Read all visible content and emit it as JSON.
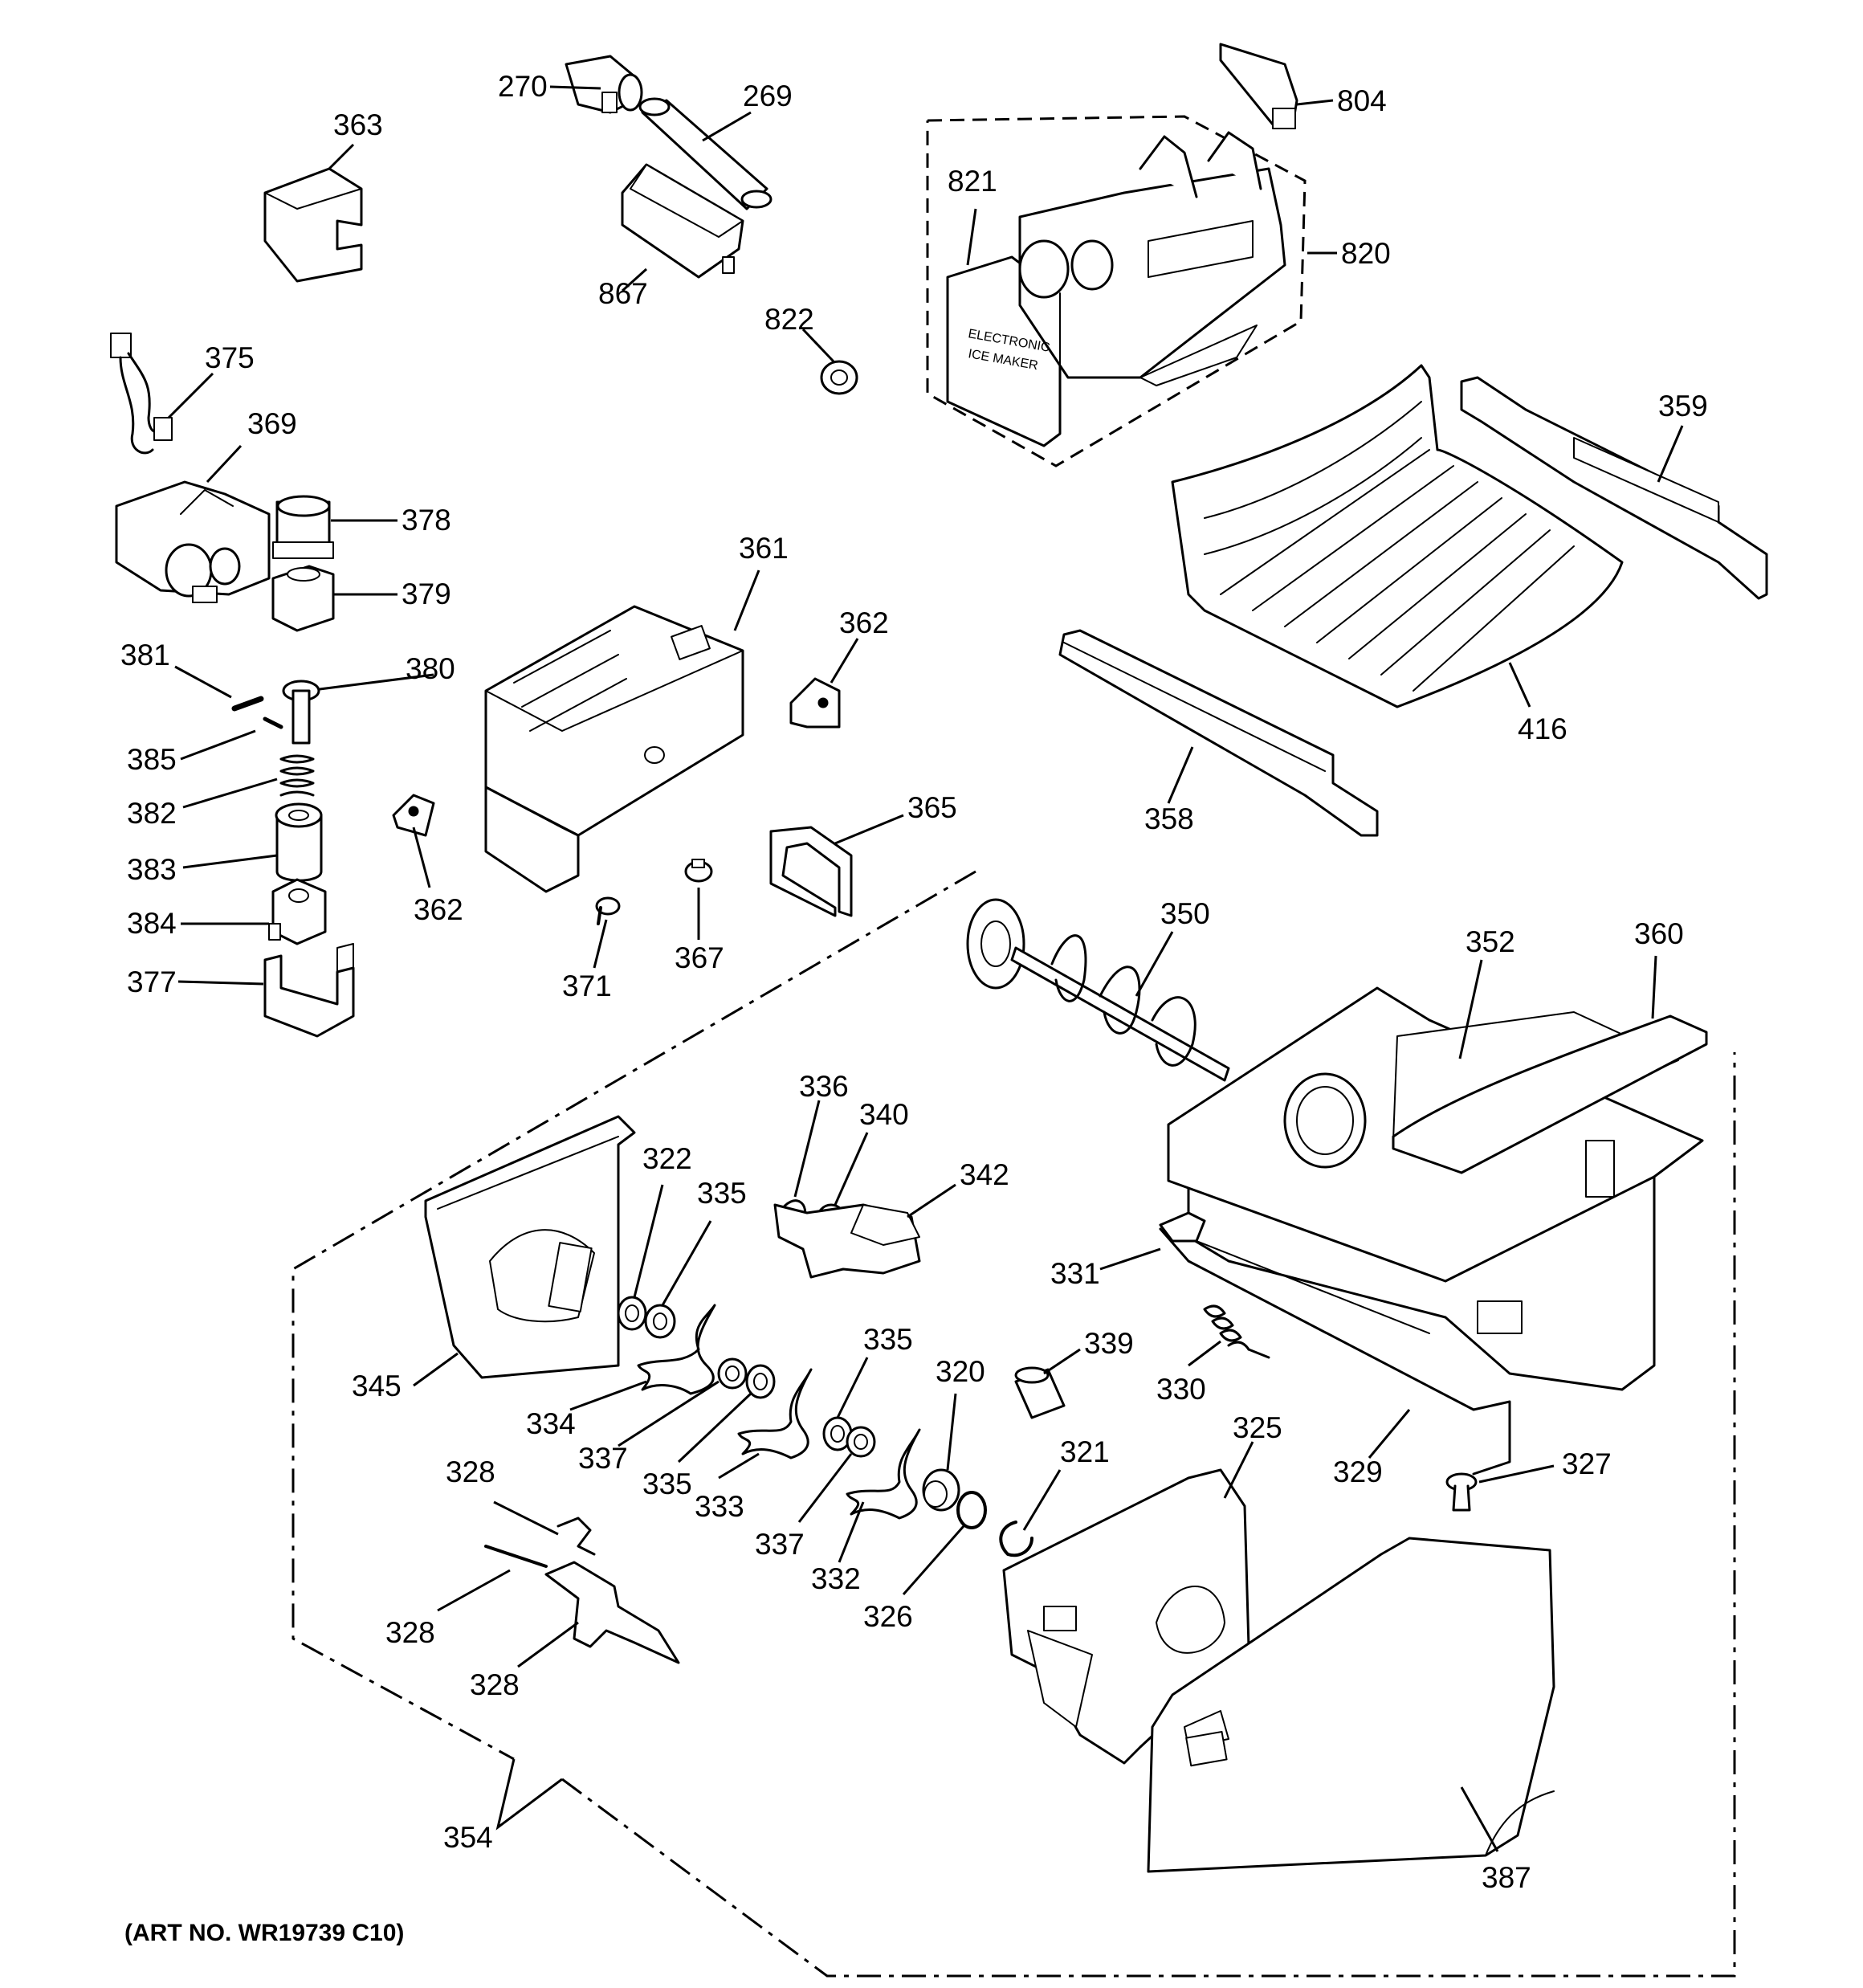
{
  "art_number": "(ART NO. WR19739 C10)",
  "icemaker_label": [
    "ELECTRONIC",
    "ICE MAKER"
  ],
  "callouts": [
    {
      "id": "270",
      "label": "270"
    },
    {
      "id": "269",
      "label": "269"
    },
    {
      "id": "804",
      "label": "804"
    },
    {
      "id": "363",
      "label": "363"
    },
    {
      "id": "821",
      "label": "821"
    },
    {
      "id": "820",
      "label": "820"
    },
    {
      "id": "867",
      "label": "867"
    },
    {
      "id": "822",
      "label": "822"
    },
    {
      "id": "375",
      "label": "375"
    },
    {
      "id": "359",
      "label": "359"
    },
    {
      "id": "369",
      "label": "369"
    },
    {
      "id": "378",
      "label": "378"
    },
    {
      "id": "361",
      "label": "361"
    },
    {
      "id": "379",
      "label": "379"
    },
    {
      "id": "362a",
      "label": "362"
    },
    {
      "id": "381",
      "label": "381"
    },
    {
      "id": "380",
      "label": "380"
    },
    {
      "id": "416",
      "label": "416"
    },
    {
      "id": "385",
      "label": "385"
    },
    {
      "id": "382",
      "label": "382"
    },
    {
      "id": "365",
      "label": "365"
    },
    {
      "id": "358",
      "label": "358"
    },
    {
      "id": "383",
      "label": "383"
    },
    {
      "id": "362b",
      "label": "362"
    },
    {
      "id": "384",
      "label": "384"
    },
    {
      "id": "350",
      "label": "350"
    },
    {
      "id": "352",
      "label": "352"
    },
    {
      "id": "360",
      "label": "360"
    },
    {
      "id": "371",
      "label": "371"
    },
    {
      "id": "367",
      "label": "367"
    },
    {
      "id": "377",
      "label": "377"
    },
    {
      "id": "336",
      "label": "336"
    },
    {
      "id": "340",
      "label": "340"
    },
    {
      "id": "322",
      "label": "322"
    },
    {
      "id": "335a",
      "label": "335"
    },
    {
      "id": "342",
      "label": "342"
    },
    {
      "id": "331",
      "label": "331"
    },
    {
      "id": "335b",
      "label": "335"
    },
    {
      "id": "339",
      "label": "339"
    },
    {
      "id": "320",
      "label": "320"
    },
    {
      "id": "330",
      "label": "330"
    },
    {
      "id": "345",
      "label": "345"
    },
    {
      "id": "334",
      "label": "334"
    },
    {
      "id": "337a",
      "label": "337"
    },
    {
      "id": "335c",
      "label": "335"
    },
    {
      "id": "329",
      "label": "329"
    },
    {
      "id": "321",
      "label": "321"
    },
    {
      "id": "325",
      "label": "325"
    },
    {
      "id": "327",
      "label": "327"
    },
    {
      "id": "333",
      "label": "333"
    },
    {
      "id": "328a",
      "label": "328"
    },
    {
      "id": "337b",
      "label": "337"
    },
    {
      "id": "332",
      "label": "332"
    },
    {
      "id": "326",
      "label": "326"
    },
    {
      "id": "328b",
      "label": "328"
    },
    {
      "id": "328c",
      "label": "328"
    },
    {
      "id": "354",
      "label": "354"
    },
    {
      "id": "387",
      "label": "387"
    }
  ]
}
